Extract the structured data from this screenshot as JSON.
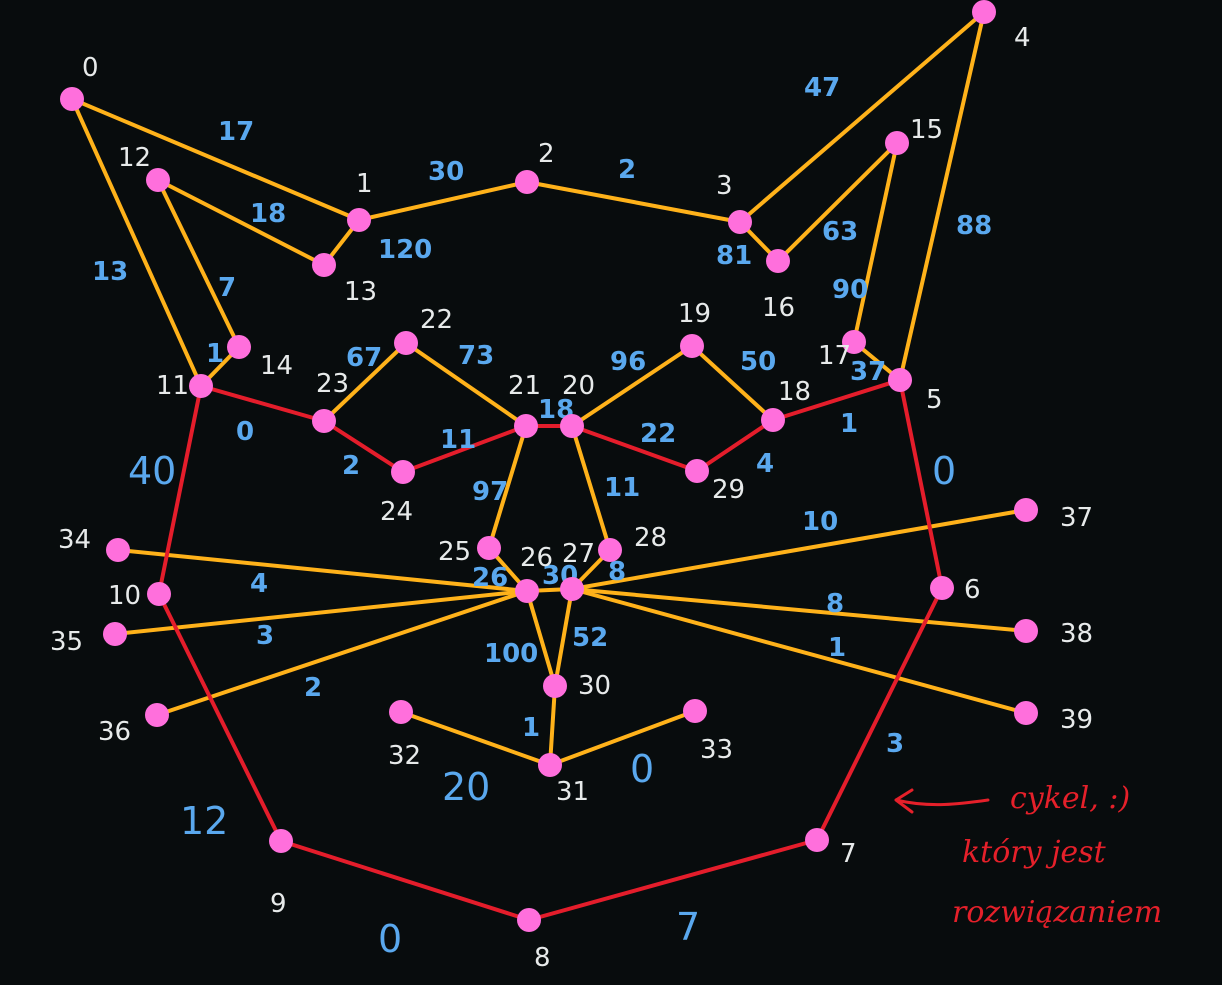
{
  "colors": {
    "background": "#080c0d",
    "node": "#ff6fdc",
    "tree_edge": "#ffb21a",
    "cycle_edge": "#e41d2b",
    "weight_label": "#5aa8ee",
    "node_label": "#e7eaea",
    "annotation": "#e5202a"
  },
  "nodes": [
    {
      "id": "0"
    },
    {
      "id": "1"
    },
    {
      "id": "2"
    },
    {
      "id": "3"
    },
    {
      "id": "4"
    },
    {
      "id": "5"
    },
    {
      "id": "6"
    },
    {
      "id": "7"
    },
    {
      "id": "8"
    },
    {
      "id": "9"
    },
    {
      "id": "10"
    },
    {
      "id": "11"
    },
    {
      "id": "12"
    },
    {
      "id": "13"
    },
    {
      "id": "14"
    },
    {
      "id": "15"
    },
    {
      "id": "16"
    },
    {
      "id": "17"
    },
    {
      "id": "18"
    },
    {
      "id": "19"
    },
    {
      "id": "20"
    },
    {
      "id": "21"
    },
    {
      "id": "22"
    },
    {
      "id": "23"
    },
    {
      "id": "24"
    },
    {
      "id": "25"
    },
    {
      "id": "26"
    },
    {
      "id": "27"
    },
    {
      "id": "28"
    },
    {
      "id": "29"
    },
    {
      "id": "30"
    },
    {
      "id": "31"
    },
    {
      "id": "32"
    },
    {
      "id": "33"
    },
    {
      "id": "34"
    },
    {
      "id": "35"
    },
    {
      "id": "36"
    },
    {
      "id": "37"
    },
    {
      "id": "38"
    },
    {
      "id": "39"
    }
  ],
  "edges": [
    {
      "from": "0",
      "to": "1",
      "weight": "17",
      "kind": "tree"
    },
    {
      "from": "0",
      "to": "11",
      "weight": "13",
      "kind": "tree"
    },
    {
      "from": "12",
      "to": "13",
      "weight": "18",
      "kind": "tree"
    },
    {
      "from": "12",
      "to": "14",
      "weight": "7",
      "kind": "tree"
    },
    {
      "from": "13",
      "to": "1",
      "weight": "120",
      "kind": "tree"
    },
    {
      "from": "1",
      "to": "2",
      "weight": "30",
      "kind": "tree"
    },
    {
      "from": "2",
      "to": "3",
      "weight": "2",
      "kind": "tree"
    },
    {
      "from": "3",
      "to": "4",
      "weight": "47",
      "kind": "tree"
    },
    {
      "from": "3",
      "to": "16",
      "weight": "81",
      "kind": "tree"
    },
    {
      "from": "16",
      "to": "15",
      "weight": "63",
      "kind": "tree"
    },
    {
      "from": "15",
      "to": "17",
      "weight": "90",
      "kind": "tree"
    },
    {
      "from": "4",
      "to": "5",
      "weight": "88",
      "kind": "tree"
    },
    {
      "from": "17",
      "to": "5",
      "weight": "37",
      "kind": "tree"
    },
    {
      "from": "14",
      "to": "11",
      "weight": "1",
      "kind": "tree"
    },
    {
      "from": "23",
      "to": "22",
      "weight": "67",
      "kind": "tree"
    },
    {
      "from": "22",
      "to": "21",
      "weight": "73",
      "kind": "tree"
    },
    {
      "from": "20",
      "to": "19",
      "weight": "96",
      "kind": "tree"
    },
    {
      "from": "19",
      "to": "18",
      "weight": "50",
      "kind": "tree"
    },
    {
      "from": "21",
      "to": "25",
      "weight": "97",
      "kind": "tree"
    },
    {
      "from": "20",
      "to": "28",
      "weight": "11",
      "kind": "tree"
    },
    {
      "from": "25",
      "to": "26",
      "weight": "26",
      "kind": "tree"
    },
    {
      "from": "28",
      "to": "27",
      "weight": "8",
      "kind": "tree"
    },
    {
      "from": "26",
      "to": "27",
      "weight": "30",
      "kind": "tree"
    },
    {
      "from": "26",
      "to": "30",
      "weight": "100",
      "kind": "tree"
    },
    {
      "from": "27",
      "to": "30",
      "weight": "52",
      "kind": "tree"
    },
    {
      "from": "30",
      "to": "31",
      "weight": "1",
      "kind": "tree"
    },
    {
      "from": "31",
      "to": "32",
      "weight": "20",
      "kind": "tree"
    },
    {
      "from": "31",
      "to": "33",
      "weight": "0",
      "kind": "tree"
    },
    {
      "from": "34",
      "to": "26",
      "weight": "4",
      "kind": "tree"
    },
    {
      "from": "35",
      "to": "26",
      "weight": "3",
      "kind": "tree"
    },
    {
      "from": "36",
      "to": "26",
      "weight": "2",
      "kind": "tree"
    },
    {
      "from": "27",
      "to": "37",
      "weight": "10",
      "kind": "tree"
    },
    {
      "from": "27",
      "to": "38",
      "weight": "8",
      "kind": "tree"
    },
    {
      "from": "27",
      "to": "39",
      "weight": "1",
      "kind": "tree"
    },
    {
      "from": "11",
      "to": "23",
      "weight": "0",
      "kind": "cycle"
    },
    {
      "from": "23",
      "to": "24",
      "weight": "2",
      "kind": "cycle"
    },
    {
      "from": "24",
      "to": "21",
      "weight": "11",
      "kind": "cycle"
    },
    {
      "from": "21",
      "to": "20",
      "weight": "18",
      "kind": "cycle"
    },
    {
      "from": "20",
      "to": "29",
      "weight": "22",
      "kind": "cycle"
    },
    {
      "from": "29",
      "to": "18",
      "weight": "4",
      "kind": "cycle"
    },
    {
      "from": "18",
      "to": "5",
      "weight": "1",
      "kind": "cycle"
    },
    {
      "from": "11",
      "to": "10",
      "weight": "40",
      "kind": "cycle"
    },
    {
      "from": "5",
      "to": "6",
      "weight": "0",
      "kind": "cycle"
    },
    {
      "from": "6",
      "to": "7",
      "weight": "3",
      "kind": "cycle"
    },
    {
      "from": "10",
      "to": "9",
      "weight": "12",
      "kind": "cycle"
    },
    {
      "from": "9",
      "to": "8",
      "weight": "0",
      "kind": "cycle"
    },
    {
      "from": "8",
      "to": "7",
      "weight": "7",
      "kind": "cycle"
    }
  ],
  "annotation": {
    "lines": [
      "cykel, :)",
      "który jest",
      "rozwiązaniem"
    ]
  }
}
